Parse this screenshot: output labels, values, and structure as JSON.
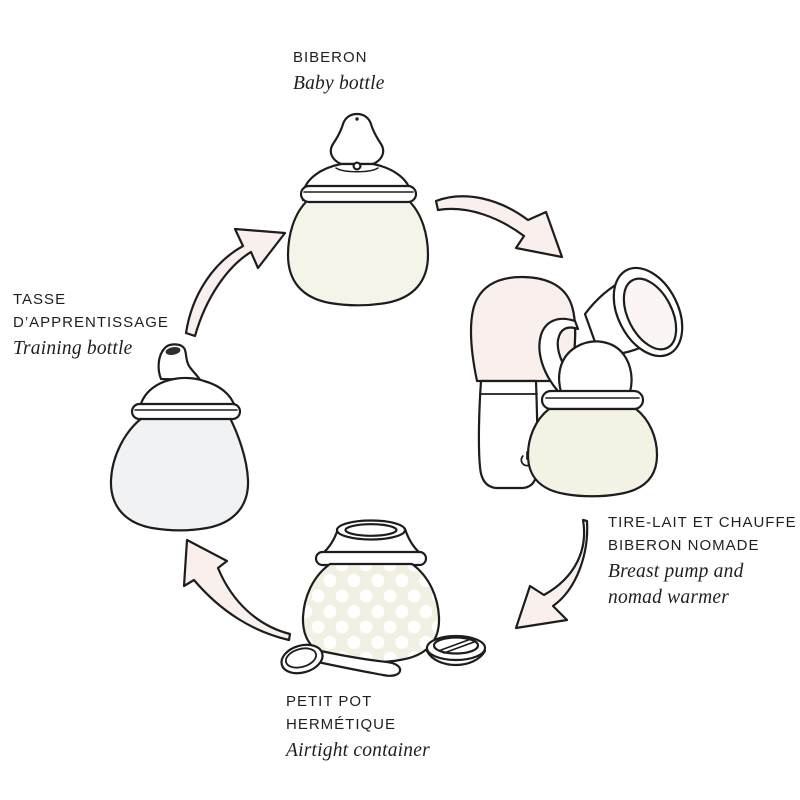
{
  "labels": {
    "biberon": {
      "fr": "BIBERON",
      "en": "Baby bottle"
    },
    "tire_lait": {
      "fr1": "TIRE-LAIT ET CHAUFFE",
      "fr2": "BIBERON NOMADE",
      "en1": "Breast pump and",
      "en2": "nomad warmer"
    },
    "petit_pot": {
      "fr1": "PETIT POT",
      "fr2": "HERMÉTIQUE",
      "en": "Airtight container"
    },
    "tasse": {
      "fr1": "TASSE",
      "fr2": "D’APPRENTISSAGE",
      "en": "Training bottle"
    }
  },
  "icons": {
    "illustrations": [
      "baby-bottle-illustration",
      "breast-pump-and-warmer-illustration",
      "airtight-container-illustration",
      "training-bottle-illustration",
      "spoon-icon",
      "lid-icon",
      "power-icon"
    ],
    "arrows": [
      "arrow-training-bottle-to-baby-bottle",
      "arrow-baby-bottle-to-breast-pump",
      "arrow-breast-pump-to-container",
      "arrow-container-to-training-bottle"
    ]
  },
  "colors": {
    "background": "#ffffff",
    "outline": "#1d1d1d",
    "text": "#1f1f1f",
    "cream": "#f5f4e8",
    "cream_muted": "#f3f2e5",
    "dot_bg": "#f1f0e2",
    "light_gray": "#f0f2f4",
    "blush": "#f9f0ee",
    "white": "#ffffff"
  }
}
